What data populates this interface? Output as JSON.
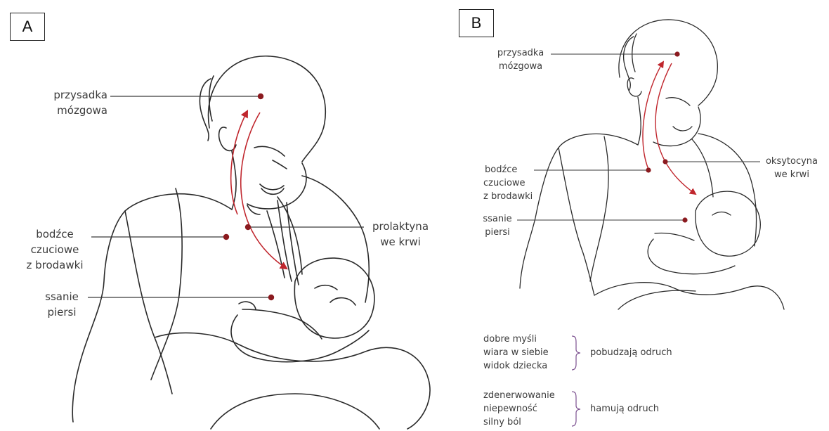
{
  "panels": {
    "a": {
      "label": "A",
      "pituitary": [
        "przysadka",
        "mózgowa"
      ],
      "stimuli": [
        "bodźce",
        "czuciowe",
        "z brodawki"
      ],
      "suckling": [
        "ssanie",
        "piersi"
      ],
      "hormone": [
        "prolaktyna",
        "we krwi"
      ]
    },
    "b": {
      "label": "B",
      "pituitary": [
        "przysadka",
        "mózgowa"
      ],
      "stimuli": [
        "bodźce",
        "czuciowe",
        "z brodawki"
      ],
      "suckling": [
        "ssanie",
        "piersi"
      ],
      "hormone": [
        "oksytocyna",
        "we krwi"
      ]
    }
  },
  "legend": {
    "positive_factors": [
      "dobre myśli",
      "wiara w siebie",
      "widok dziecka"
    ],
    "positive_effect": "pobudzają odruch",
    "negative_factors": [
      "zdenerwowanie",
      "niepewność",
      "silny ból"
    ],
    "negative_effect": "hamują odruch"
  },
  "colors": {
    "arrow": "#c0262d",
    "dot": "#8b1a1f",
    "line": "#333333"
  }
}
